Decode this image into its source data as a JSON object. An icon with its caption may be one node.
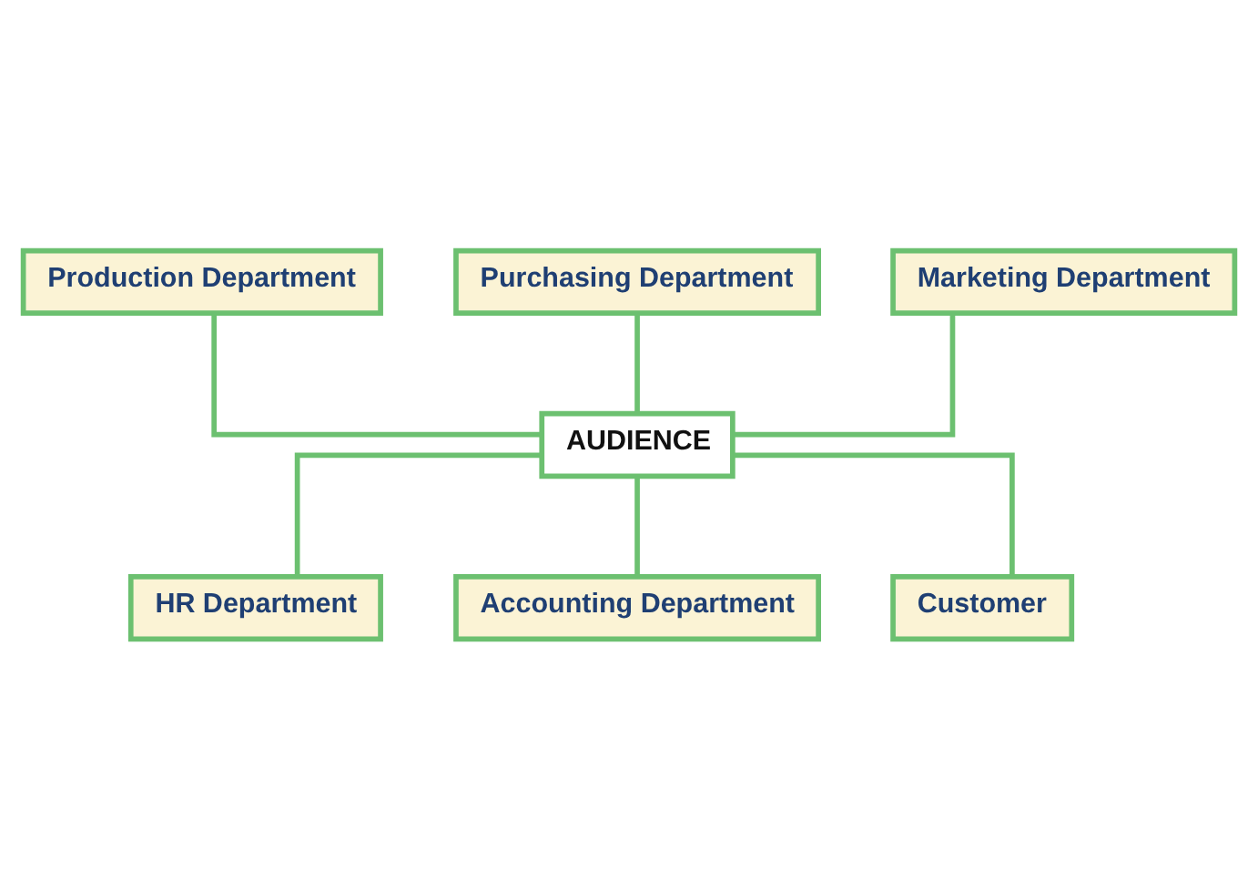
{
  "diagram": {
    "nodes": [
      {
        "text": [
          "Production Department"
        ]
      },
      {
        "text": [
          "Purchasing Department"
        ]
      },
      {
        "text": [
          "Marketing Department"
        ]
      },
      {
        "text": [
          "AUDIENCE"
        ]
      },
      {
        "text": [
          "HR Department"
        ]
      },
      {
        "text": [
          "Accounting Department"
        ]
      },
      {
        "text": [
          "Customer"
        ]
      }
    ],
    "edges": [
      {
        "from": 0,
        "to": 3,
        "arrow": "none"
      },
      {
        "from": 1,
        "to": 3,
        "arrow": "none"
      },
      {
        "from": 2,
        "to": 3,
        "arrow": "none"
      },
      {
        "from": 3,
        "to": 4,
        "arrow": "none"
      },
      {
        "from": 3,
        "to": 5,
        "arrow": "none"
      },
      {
        "from": 3,
        "to": 6,
        "arrow": "none"
      }
    ]
  }
}
